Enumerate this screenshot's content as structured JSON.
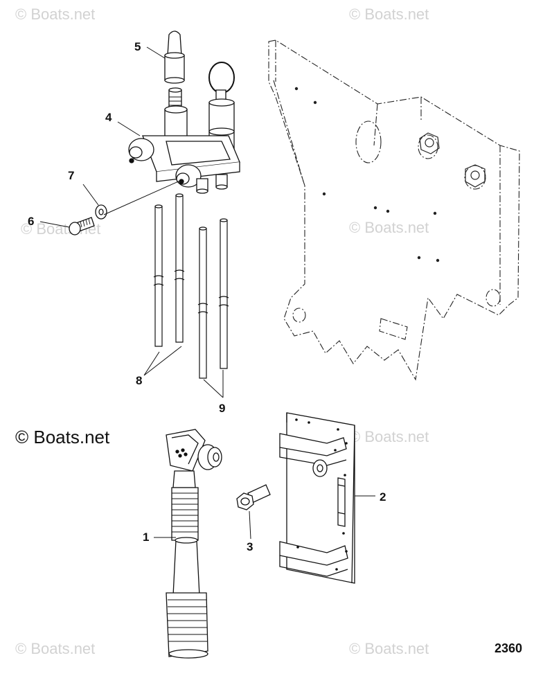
{
  "watermark": {
    "text": "© Boats.net",
    "main_text": "© Boats.net"
  },
  "callouts": {
    "c1": "1",
    "c2": "2",
    "c3": "3",
    "c4": "4",
    "c5": "5",
    "c6": "6",
    "c7": "7",
    "c8": "8",
    "c9": "9"
  },
  "drawing_number": "2360"
}
